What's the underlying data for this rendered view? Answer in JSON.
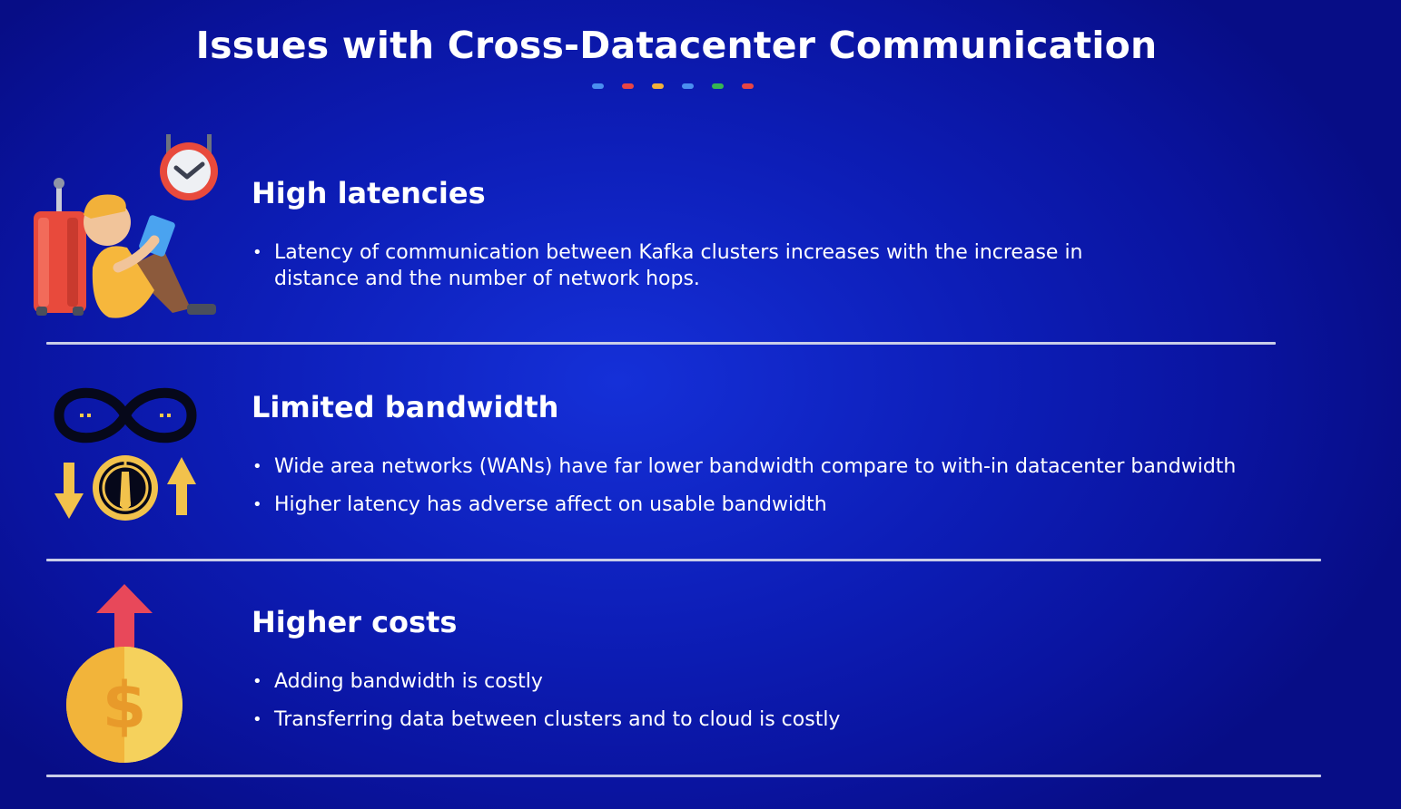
{
  "slide": {
    "title": "Issues with Cross-Datacenter Communication",
    "dot_colors": [
      "#4a8ff0",
      "#e84545",
      "#f2b13a",
      "#4a8ff0",
      "#36b552",
      "#e84545"
    ]
  },
  "sections": [
    {
      "heading": "High latencies",
      "icon": "traveler-waiting-clock-icon",
      "bullets": [
        "Latency of communication between Kafka clusters increases with the increase in",
        "distance and the number of network hops."
      ]
    },
    {
      "heading": "Limited bandwidth",
      "icon": "bandwidth-gauge-icon",
      "bullets": [
        "Wide area networks (WANs) have far lower bandwidth compare to with-in datacenter bandwidth",
        "Higher latency has adverse affect on usable bandwidth"
      ]
    },
    {
      "heading": "Higher costs",
      "icon": "rising-cost-coin-icon",
      "bullets": [
        "Adding bandwidth is costly",
        "Transferring data between clusters and to cloud is costly"
      ]
    }
  ]
}
